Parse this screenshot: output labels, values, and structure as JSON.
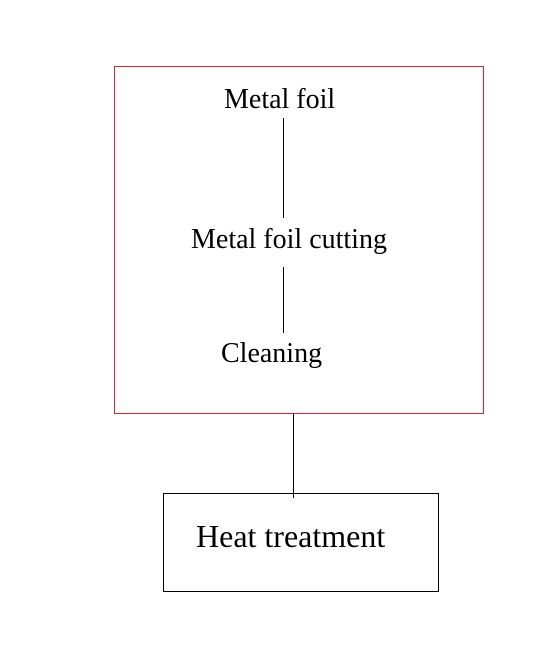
{
  "diagram": {
    "group": {
      "border_color": "#e0242c",
      "steps": [
        {
          "label": "Metal foil"
        },
        {
          "label": "Metal foil cutting"
        },
        {
          "label": "Cleaning"
        }
      ]
    },
    "output": {
      "label": "Heat treatment",
      "border_color": "#000000"
    }
  }
}
